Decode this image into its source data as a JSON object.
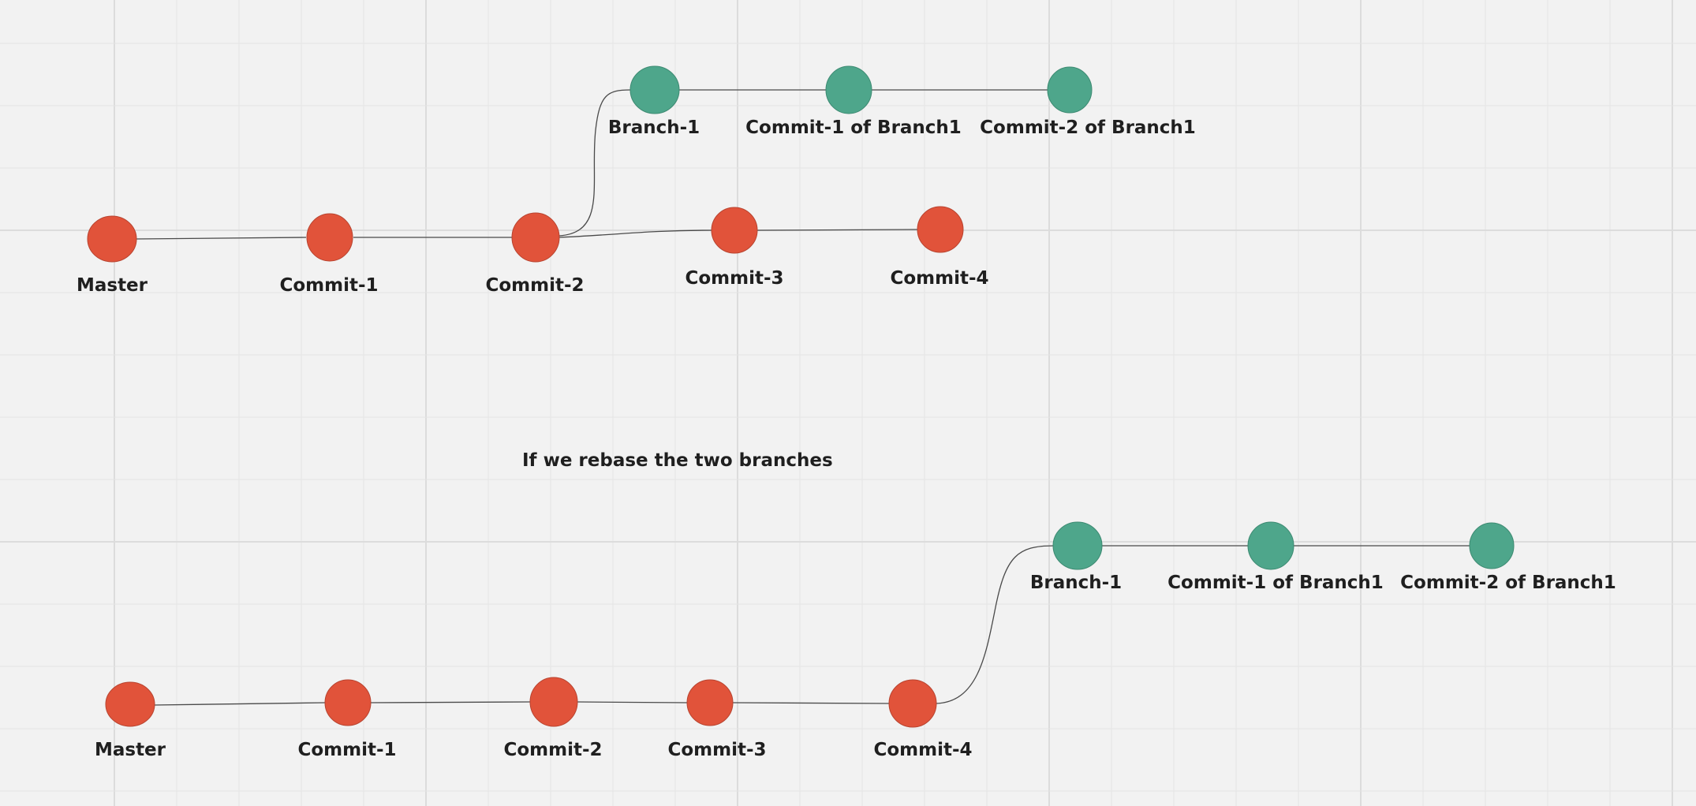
{
  "colors": {
    "master_commit": "#e1533a",
    "branch_commit": "#4ea68b",
    "background": "#f2f2f2",
    "edge": "#4a4a4a",
    "text": "#1f1f1f"
  },
  "caption": "If we rebase the two branches",
  "diagram_before": {
    "master_nodes": [
      {
        "id": "b-master",
        "label": "Master"
      },
      {
        "id": "b-commit-1",
        "label": "Commit-1"
      },
      {
        "id": "b-commit-2",
        "label": "Commit-2"
      },
      {
        "id": "b-commit-3",
        "label": "Commit-3"
      },
      {
        "id": "b-commit-4",
        "label": "Commit-4"
      }
    ],
    "branch_nodes": [
      {
        "id": "b-branch-1",
        "label": "Branch-1"
      },
      {
        "id": "b-branch-commit-1",
        "label": "Commit-1 of Branch1"
      },
      {
        "id": "b-branch-commit-2",
        "label": "Commit-2 of Branch1"
      }
    ]
  },
  "diagram_after": {
    "master_nodes": [
      {
        "id": "a-master",
        "label": "Master"
      },
      {
        "id": "a-commit-1",
        "label": "Commit-1"
      },
      {
        "id": "a-commit-2",
        "label": "Commit-2"
      },
      {
        "id": "a-commit-3",
        "label": "Commit-3"
      },
      {
        "id": "a-commit-4",
        "label": "Commit-4"
      }
    ],
    "branch_nodes": [
      {
        "id": "a-branch-1",
        "label": "Branch-1"
      },
      {
        "id": "a-branch-commit-1",
        "label": "Commit-1 of Branch1"
      },
      {
        "id": "a-branch-commit-2",
        "label": "Commit-2 of Branch1"
      }
    ]
  }
}
